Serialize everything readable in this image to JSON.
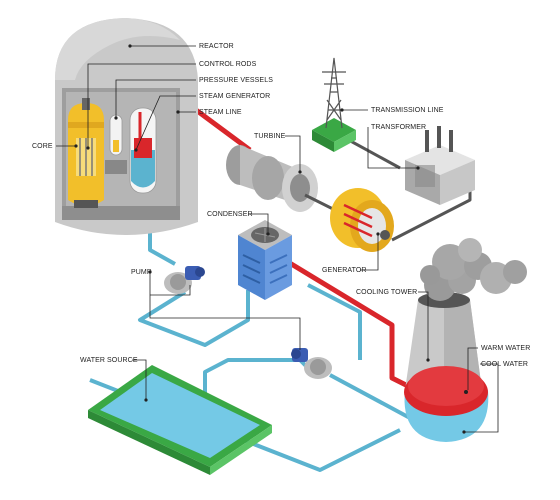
{
  "labels": {
    "reactor": "REACTOR",
    "control_rods": "CONTROL RODS",
    "pressure_vessels": "PRESSURE VESSELS",
    "steam_generator": "STEAM GENERATOR",
    "steam_line": "STEAM LINE",
    "core": "CORE",
    "transmission_line": "TRANSMISSION LINE",
    "transformer": "TRANSFORMER",
    "turbine": "TURBINE",
    "condenser": "CONDENSER",
    "generator": "GENERATOR",
    "pump": "PUMP",
    "cooling_tower": "COOLING TOWER",
    "warm_water": "WARM WATER",
    "cool_water": "COOL WATER",
    "water_source": "WATER SOURCE"
  },
  "colors": {
    "hot_pipe": "#d9262b",
    "cool_pipe": "#5bb3cf",
    "power_line": "#555555",
    "building": "#c9c9c9",
    "building_dark": "#a8a8a8",
    "core": "#f2bf2a",
    "water": "#74c9e6",
    "pool_rim": "#3aa845",
    "condenser": "#4f85d1",
    "pump": "#3b5db3",
    "smoke": "#9a9a9a"
  }
}
